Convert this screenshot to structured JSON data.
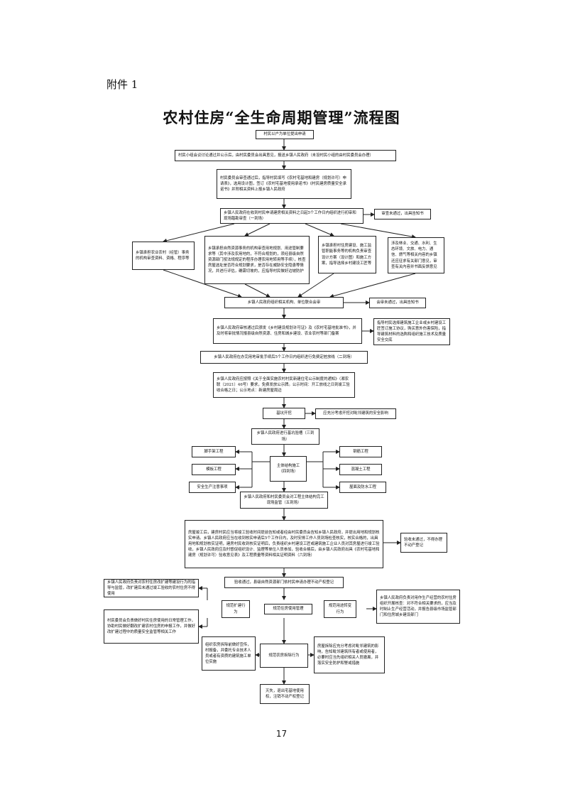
{
  "header": {
    "attachment": "附件 1",
    "title": "农村住房“全生命周期管理”流程图"
  },
  "flow": {
    "n1": "村民以户为单位提出申请",
    "n2": "村民小组会议讨论通过并公示后，由村民委员会出具意见，报送乡镇人民政府（未设村民小组的由村民委员会办理）",
    "n3": "村民委员会审查通过后，指导村民填写《农村宅基地和建房（规划许可）申请表》，选用设计图，签订《农村宅基地使用承诺书》《村民建房质量安全承诺书》并附相关资料上报乡镇人民政府",
    "n4": "乡镇人民政府在收到村民申请建房相关资料之日起5个工作日内组织进行初审和现场踏勘审查（一到场）",
    "n4r": "审查未通过，出具告知书",
    "d1": "乡镇承担农业农村（经管）事务的机构审查资料、资格、程序等",
    "d2": "乡镇承担自然资源事务的机构审查用地规划、用途管制要求等（其中涉及农用地的，不符合规划的，须经县级自然资源部门按法规规定的程序办理农用地转用等手续），核查房屋选址是否符合规划要求，是否存在威胁安全隐患等情况，并进行评估，确需切坡的，应指导村民做好边坡防护",
    "d3": "乡镇承担村住房建设、施工监管职能事务等的机构负责审查设计方案（设计图）和施工方案，指导选择乡村建设工匠等",
    "d4": "涉及林业、交通、水利、生态环境、文旅、电力、通信、燃气等相关内容的乡镇还应征求有关部门意见，审查有关内容并书面反馈意见",
    "n5": "乡镇人民政府组织相关机构、单位联合会审",
    "n5r": "会审未通过，出具告知书",
    "n6": "乡镇人民政府审核通过后颁发《乡村建设规划许可证》及《农村宅基地批准书》，并及时将审批情况报县级自然资源、住房和城乡建设、农业农村等部门备案",
    "n6r": "指导村民选择建筑施工企业或乡村建设工匠签订施工协议，购买意外伤害保险，指导建筑材料的选购和组织施工技术及质量安全交底",
    "n7": "乡镇人民政府在办完用地审批手续后5个工作日内组织进行免费定桩放线（二到场）",
    "n8": "乡镇人民政府应按照《关于全面实施农村村民新建住宅公示制度的通知》（湘农联〔2021〕46号）要求，免费发放公示牌。公示时间：开工放线之日到竣工验收合格之日；公示地点：新建房屋周边",
    "n9": "基坑开挖",
    "n9r": "应充分考虑开挖对毗邻建筑的安全影响",
    "n10": "乡镇人民政府进行基坑验槽（三到场）",
    "n11": "主体结构施工（四到场）",
    "l1": "脚手架工程",
    "l2": "模板工程",
    "l3": "安全生产注意事项",
    "r1": "钢筋工程",
    "r2": "混凝土工程",
    "r3": "屋面及防水工程",
    "n12": "乡镇人民政府和村民委员会对工程主体结构完工现场监管（五到场）",
    "n13": "房屋竣工后，建房村民应当将竣工验收时间提前告知或者经由村民委员会告知乡镇人民政府，并提出用地和规划核实申请。乡镇人民政府应当在收到核实申请后5个工作日内，及时安排工作人员到场检查核实，核实合格的，出具用地和规划核实证明，建房村民收到核实证明后，负责组织乡村建设工匠或建筑施工企业人员对其房屋进行竣工验收，乡镇人民政府应及时督促组织设计、监理等单位人员参加，验收合格后，由乡镇人民政府出具《农村宅基地和建房（规划许可）验收意见表》及工程质量等资料相关证明资料（六到场）",
    "n13r": "验收未通过，不得办理不动产登记",
    "n14": "验收通过，县级自然资源部门依村民申请办理不动产权登记",
    "n15": "规范住房使用管理",
    "n15l": "规范扩建行为",
    "n15r": "规范用途转变行为",
    "ll1": "乡镇人民政府负责对农村住房改扩建等建设行为的指导与监管，改扩建后未通过竣工验收的农村住房不得使用",
    "ll2": "村民委员会负责做好村民住房使用的日常管理工作，协助村民做好翻改扩建农村住房的申报工作，并做好改扩建过程中的质量安全监管等相关工作",
    "rr1": "乡镇人民政府负责对用作生产经营的农村住房组织开展核查：对不符合相关要求的，应当及时制止生产经营活动，并报告县级市场监管部门和住房城乡建设部门",
    "n16": "规范农房拆除行为",
    "n16l": "组织农房拆除前做好宣传，村报备，并委托专业技术人员或者有资质的建筑施工单位实施",
    "n16r": "房屋拆除应充分考虑对毗邻建筑的影响，告知毗邻建筑所有者或使用者，必要时应当先组织相关人员撤离，并落实安全防护和警戒措施",
    "n17": "灭失，退出宅基地使用权，注销不动产权登记"
  },
  "footer": {
    "page": "17"
  }
}
